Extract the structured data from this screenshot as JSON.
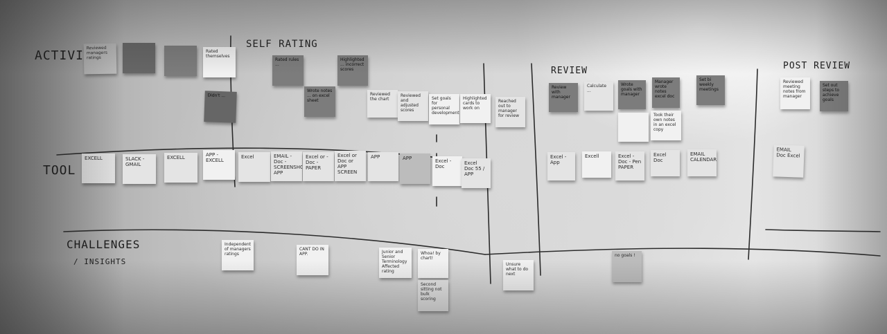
{
  "headings": {
    "activity": "ACTIVITY",
    "self_rating": "SELF RATING",
    "review": "REVIEW",
    "post_review": "POST REVIEW",
    "tool": "TOOL",
    "challenges": "CHALLENGES",
    "insights": "/ INSIGHTS"
  },
  "activity_notes": {
    "a1": "Reviewed managers ratings",
    "a2": "",
    "a3": "",
    "a4": "Rated themselves",
    "a5": "Didn't ...",
    "s1": "Rated rules ...",
    "s2": "Highlighted ... incorrect scores",
    "s3": "Wrote notes ... on excel sheet",
    "s4": "Reviewed the chart",
    "s5": "Reviewed and adjusted scores",
    "s6": "Set goals for personal development",
    "s7": "Highlighted cards to work on",
    "s8": "Reached out to manager for review",
    "r1": "Review with manager",
    "r2": "Calculate ...",
    "r3": "Wrote goals with manager",
    "r4": "Manager wrote notes excel doc",
    "r5": "Set bi weekly meetings",
    "r6": "",
    "r7": "Took their own notes in an excel copy",
    "p1": "Reviewed meeting notes from manager",
    "p2": "Set out steps to achieve goals"
  },
  "tool_notes": {
    "t1": "EXCELL",
    "t2": "SLACK - GMAIL",
    "t3": "EXCELL",
    "t4": "APP - EXCELL",
    "t5": "Excel",
    "t6": "EMAIL - Doc - SCREENSHOT APP",
    "t7": "Excel or - Doc - PAPER",
    "t8": "Excel or Doc or APP SCREEN",
    "t9": "APP",
    "t10": "APP",
    "t11": "Excel - Doc",
    "t12": "Excel Doc 55 / APP",
    "t13": "Excel - App",
    "t14": "Excell",
    "t15": "Excel - Doc - Pen PAPER",
    "t16": "Excel Doc",
    "t17": "EMAIL CALENDAR",
    "t18": "EMAIL Doc Excel"
  },
  "challenge_notes": {
    "c1": "Independent of managers ratings",
    "c2": "CANT DO IN APP.",
    "c3": "Junior and Senior Terminology Affected rating",
    "c4": "Whoa! by chart!",
    "c5": "Second sitting not bulk scoring",
    "c6": "Unsure what to do next",
    "c7": "no goals !"
  }
}
